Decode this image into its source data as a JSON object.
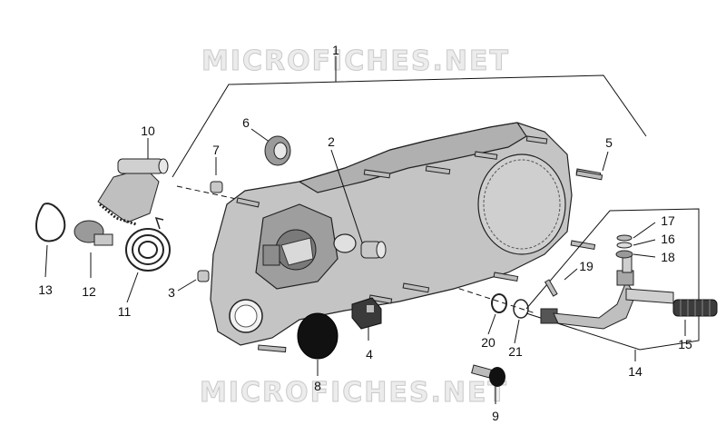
{
  "watermark": "MICROFICHES.NET",
  "colors": {
    "part_fill": "#bdbdbd",
    "part_dark": "#6e6e6e",
    "line": "#111111",
    "watermark": "#c9c9c9"
  },
  "callouts": {
    "n1": "1",
    "n2": "2",
    "n3": "3",
    "n4": "4",
    "n5": "5",
    "n6": "6",
    "n7": "7",
    "n8": "8",
    "n9": "9",
    "n10": "10",
    "n11": "11",
    "n12": "12",
    "n13": "13",
    "n14": "14",
    "n15": "15",
    "n16": "16",
    "n17": "17",
    "n18": "18",
    "n19": "19",
    "n20": "20",
    "n21": "21"
  }
}
